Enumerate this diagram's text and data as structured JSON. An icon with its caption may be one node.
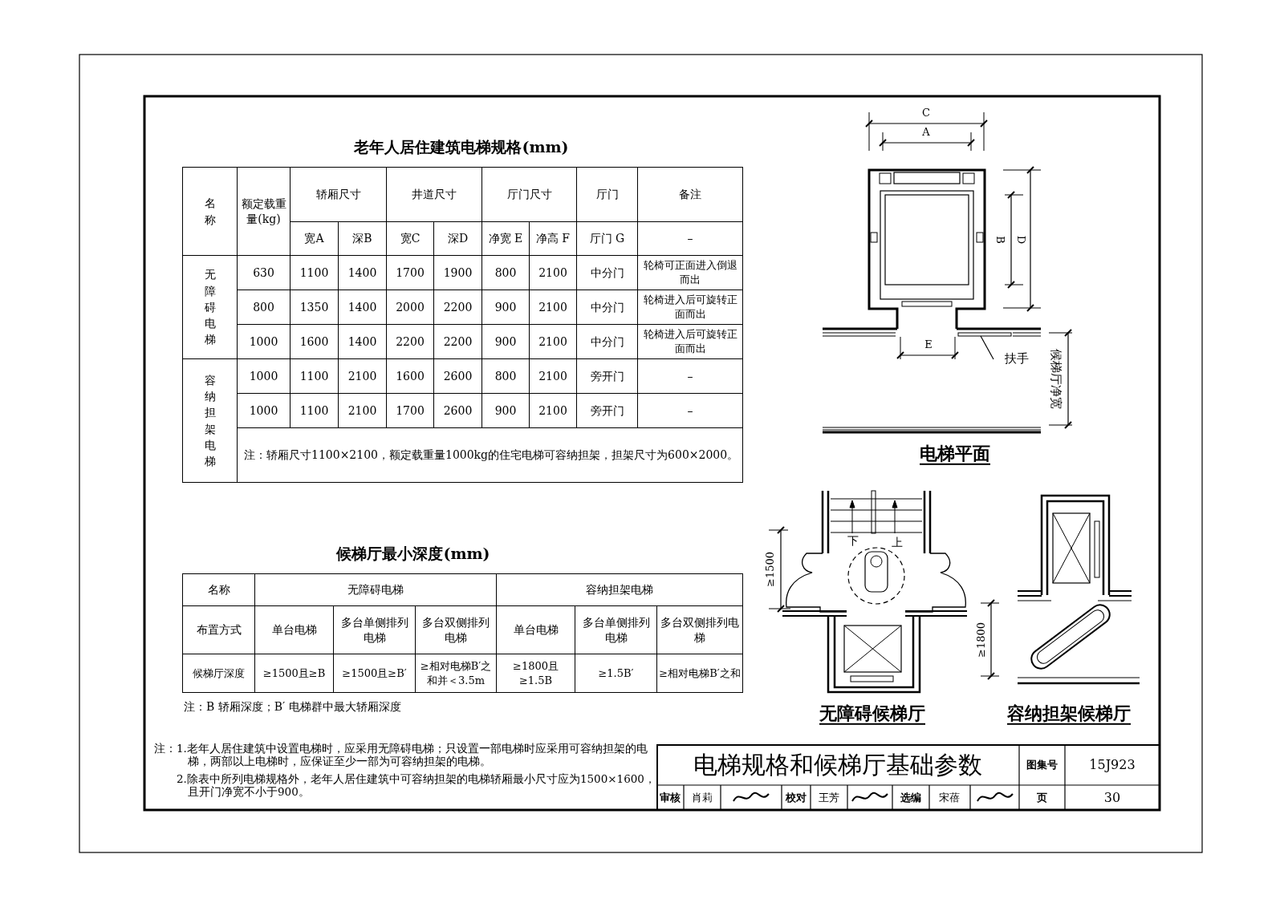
{
  "diagram": {
    "title": "电梯规格和候梯厅基础参数",
    "nodes": [
      {
        "text": [
          "扶手"
        ]
      },
      {
        "text": [],
        "shape": "bar"
      }
    ],
    "edges": [
      {
        "from": 0,
        "to": 1,
        "arrow": "none"
      }
    ],
    "labels": [
      "老年人居住建筑电梯规格(mm)",
      "名称",
      "额定载重量(kg)",
      "轿厢尺寸",
      "井道尺寸",
      "厅门尺寸",
      "厅门",
      "备注",
      "宽A",
      "深B",
      "宽C",
      "深D",
      "净宽 E",
      "净高 F",
      "厅门 G",
      "–",
      "无障碍电梯",
      "630",
      "1100",
      "1400",
      "1700",
      "1900",
      "800",
      "2100",
      "中分门",
      "轮椅可正面进入倒退而出",
      "800",
      "1350",
      "1400",
      "2000",
      "2200",
      "900",
      "2100",
      "中分门",
      "轮椅进入后可旋转正面而出",
      "1000",
      "1600",
      "1400",
      "2200",
      "2200",
      "900",
      "2100",
      "中分门",
      "轮椅进入后可旋转正面而出",
      "容纳担架电梯",
      "1000",
      "1100",
      "2100",
      "1600",
      "2600",
      "800",
      "2100",
      "旁开门",
      "–",
      "1000",
      "1100",
      "2100",
      "1700",
      "2600",
      "900",
      "2100",
      "旁开门",
      "–",
      "注：轿厢尺寸1100×2100，额定载重量1000kg的住宅电梯可容纳担架，担架尺寸为600×2000。",
      "C",
      "A",
      "B",
      "D",
      "E",
      "候梯厅净宽",
      "电梯平面",
      "候梯厅最小深度(mm)",
      "名称",
      "无障碍电梯",
      "容纳担架电梯",
      "布置方式",
      "单台电梯",
      "多台单侧排列电梯",
      "多台双侧排列电梯",
      "单台电梯",
      "多台单侧排列电梯",
      "多台双侧排列电梯",
      "候梯厅深度",
      "≥1500且≥B",
      "≥1500且≥B′",
      "≥相对电梯B′之和并＜3.5m",
      "≥1800且≥1.5B",
      "≥1.5B′",
      "≥相对电梯B′之和",
      "注：B 轿厢深度；B′ 电梯群中最大轿厢深度",
      "下",
      "上",
      "≥1500",
      "≥1800",
      "无障碍候梯厅",
      "容纳担架候梯厅",
      "注：",
      "1.老年人居住建筑中设置电梯时，应采用无障碍电梯；只设置一部电梯时应采用可容纳担架的电梯，两部以上电梯时，应保证至少一部为可容纳担架的电梯。",
      "2.除表中所列电梯规格外，老年人居住建筑中可容纳担架的电梯轿厢最小尺寸应为1500×1600，且开门净宽不小于900。",
      "图集号",
      "15J923",
      "审核",
      "肖莉",
      "校对",
      "王芳",
      "选编",
      "宋蓓",
      "页",
      "30"
    ]
  }
}
